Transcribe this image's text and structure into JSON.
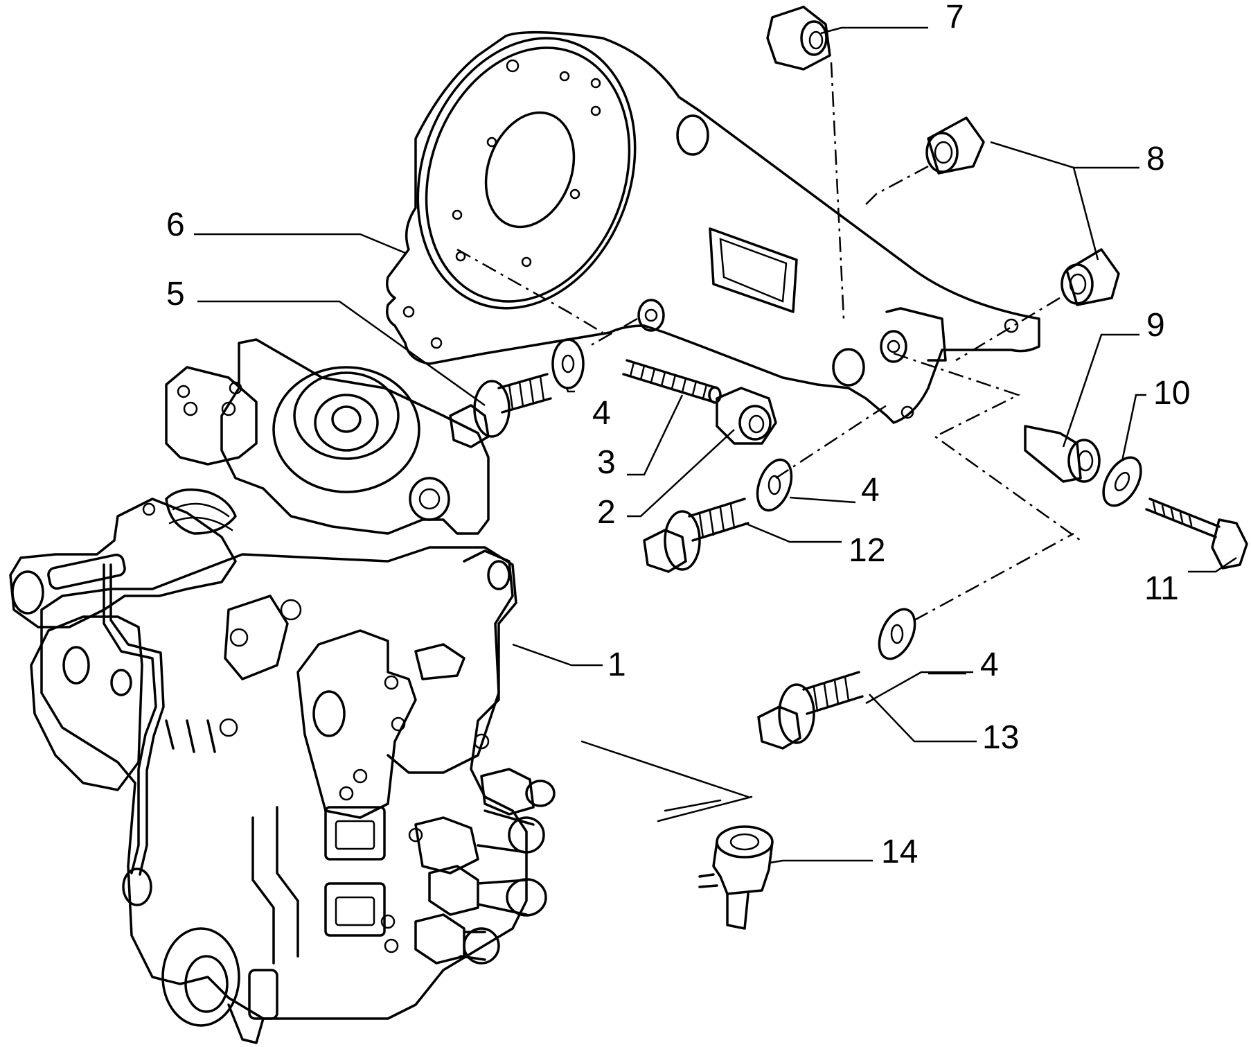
{
  "callouts": [
    {
      "id": "c1",
      "label": "1"
    },
    {
      "id": "c2",
      "label": "2"
    },
    {
      "id": "c3",
      "label": "3"
    },
    {
      "id": "c4a",
      "label": "4"
    },
    {
      "id": "c4b",
      "label": "4"
    },
    {
      "id": "c4c",
      "label": "4"
    },
    {
      "id": "c5",
      "label": "5"
    },
    {
      "id": "c6",
      "label": "6"
    },
    {
      "id": "c7",
      "label": "7"
    },
    {
      "id": "c8",
      "label": "8"
    },
    {
      "id": "c9",
      "label": "9"
    },
    {
      "id": "c10",
      "label": "10"
    },
    {
      "id": "c11",
      "label": "11"
    },
    {
      "id": "c12",
      "label": "12"
    },
    {
      "id": "c13",
      "label": "13"
    },
    {
      "id": "c14",
      "label": "14"
    }
  ]
}
